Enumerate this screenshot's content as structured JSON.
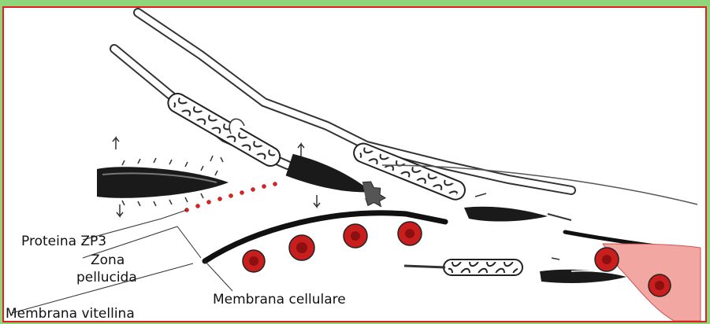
{
  "labels": {
    "zp3": "Proteina ZP3",
    "zona_line1": "Zona",
    "zona_line2": "pellucida",
    "vitellina": "Membrana vitellina",
    "cellulare": "Membrana cellulare"
  },
  "colors": {
    "frame": "#8fd57a",
    "border": "#e02020",
    "granule": "#c81e1e",
    "cytoplasm": "#f2a7a2"
  }
}
